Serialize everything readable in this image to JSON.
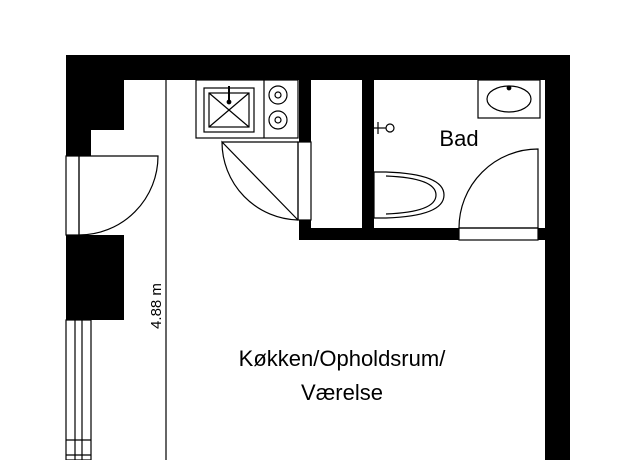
{
  "rooms": {
    "bathroom": {
      "label": "Bad"
    },
    "main": {
      "line1": "Køkken/Opholdsrum/",
      "line2": "Værelse"
    }
  },
  "dimension": {
    "label": "4.88 m"
  },
  "colors": {
    "wall": "#000000",
    "background": "#ffffff",
    "fixture": "#000000"
  }
}
